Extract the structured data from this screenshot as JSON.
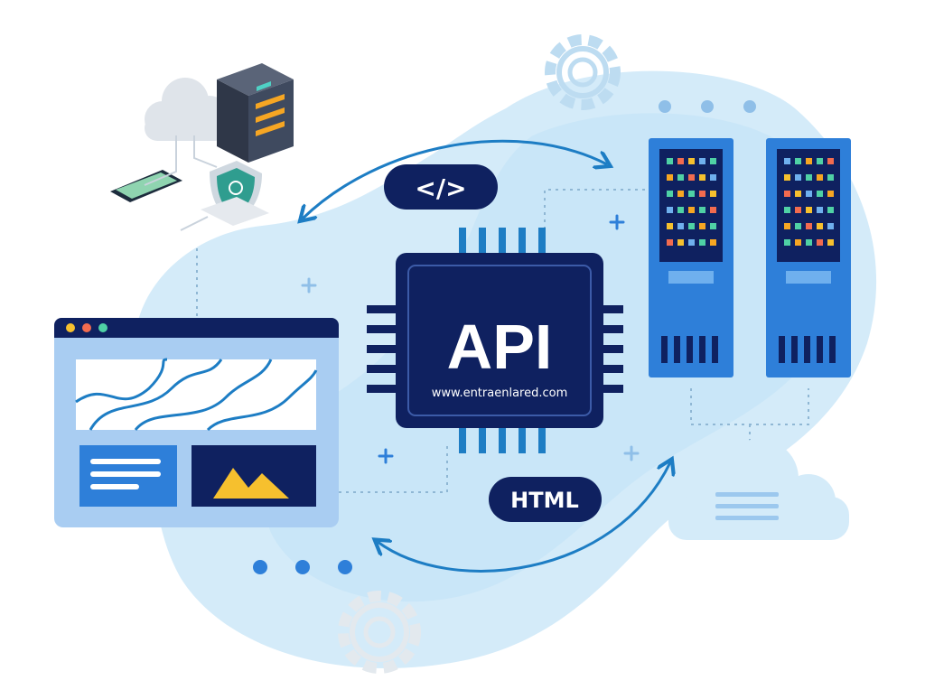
{
  "chip": {
    "title": "API",
    "url": "www.entraenlared.com"
  },
  "badges": {
    "code": "</>",
    "html": "HTML"
  },
  "icons": {
    "cloud_server": "cloud-server-icon",
    "shield": "shield-icon",
    "browser": "browser-window-icon",
    "servers": "server-rack-icon",
    "cloud": "cloud-icon",
    "gear": "gear-icon",
    "chip": "microchip-icon"
  },
  "colors": {
    "navy": "#0f2160",
    "blue": "#2e7fd9",
    "light_blue": "#cfe8f8",
    "panel_blue": "#a9cdf2",
    "arrow": "#1d7dc4",
    "yellow": "#f6c02e"
  }
}
